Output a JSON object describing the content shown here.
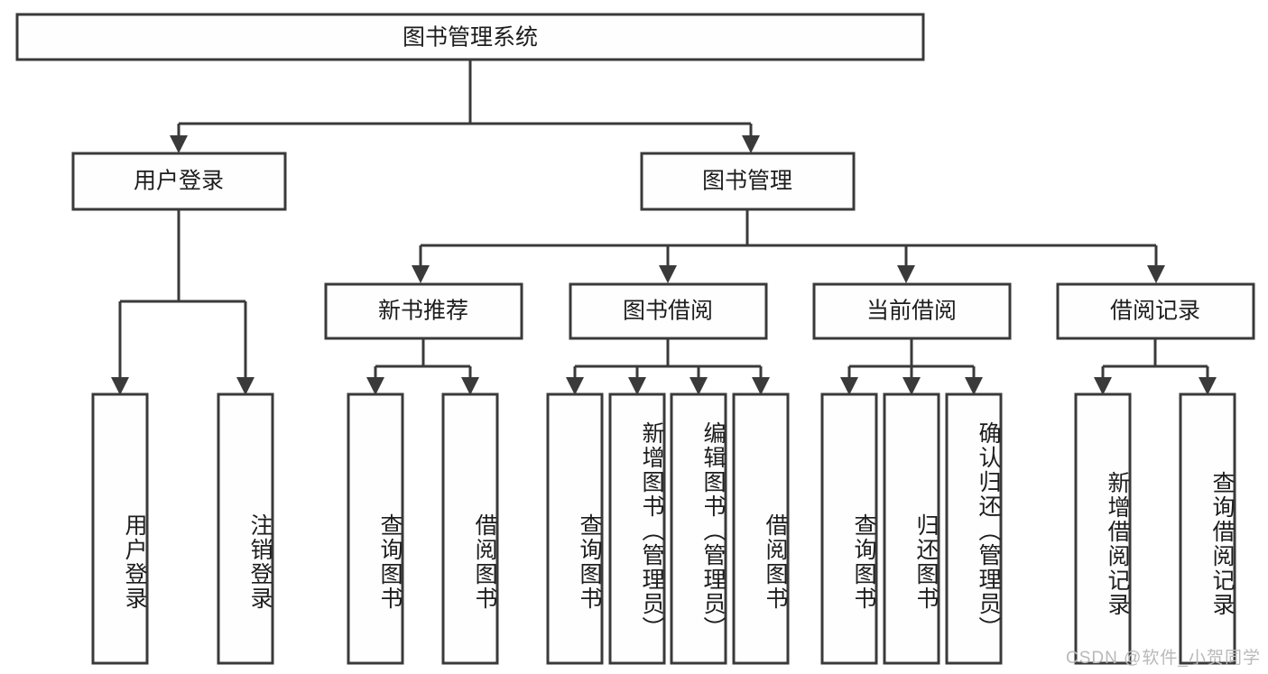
{
  "diagram": {
    "title": "图书管理系统",
    "type": "tree-hierarchy-diagram",
    "colors": {
      "stroke": "#3a3a3a",
      "box_fill": "#fefefe",
      "text": "#1d1d1d",
      "background": "#ffffff",
      "watermark": "#b9b9b9"
    },
    "root": {
      "label": "图书管理系统"
    },
    "level2": [
      {
        "label": "用户登录"
      },
      {
        "label": "图书管理"
      }
    ],
    "level3": [
      {
        "label": "新书推荐"
      },
      {
        "label": "图书借阅"
      },
      {
        "label": "当前借阅"
      },
      {
        "label": "借阅记录"
      }
    ],
    "leaves": {
      "user_login": [
        {
          "label": "用户登录"
        },
        {
          "label": "注销登录"
        }
      ],
      "new_book_recommend": [
        {
          "label": "查询图书"
        },
        {
          "label": "借阅图书"
        }
      ],
      "book_borrow": [
        {
          "label": "查询图书"
        },
        {
          "label": "新增图书（管理员）"
        },
        {
          "label": "编辑图书（管理员）"
        },
        {
          "label": "借阅图书"
        }
      ],
      "current_borrow": [
        {
          "label": "查询图书"
        },
        {
          "label": "归还图书"
        },
        {
          "label": "确认归还（管理员）"
        }
      ],
      "borrow_record": [
        {
          "label": "新增借阅记录"
        },
        {
          "label": "查询借阅记录"
        }
      ]
    }
  },
  "watermark": {
    "text": "CSDN @软件_小贺同学"
  }
}
